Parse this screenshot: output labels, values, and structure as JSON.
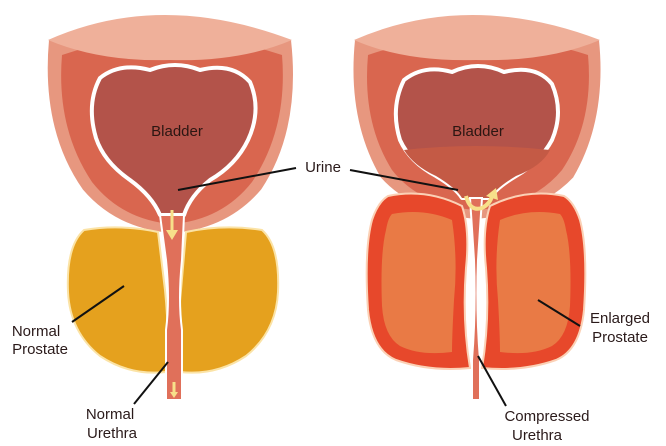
{
  "labels": {
    "bladder_left": "Bladder",
    "bladder_right": "Bladder",
    "urine": "Urine",
    "normal_prostate_line1": "Normal",
    "normal_prostate_line2": "Prostate",
    "normal_urethra_line1": "Normal",
    "normal_urethra_line2": "Urethra",
    "enlarged_prostate_line1": "Enlarged",
    "enlarged_prostate_line2": "Prostate",
    "compressed_urethra_line1": "Compressed",
    "compressed_urethra_line2": "Urethra"
  },
  "colors": {
    "bladder_wall_outer": "#e7977f",
    "bladder_wall_inner": "#d9664f",
    "bladder_cavity": "#b3534a",
    "urine_fill": "#c45a45",
    "normal_prostate": "#e5a11e",
    "enlarged_prostate_outer": "#e7482b",
    "enlarged_prostate_inner": "#e97a45",
    "urethra": "#e0705a",
    "arrow": "#f7e08a"
  }
}
